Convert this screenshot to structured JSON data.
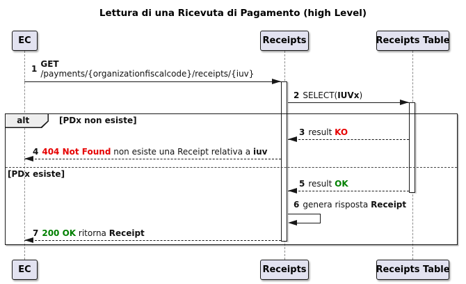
{
  "title": "Lettura di una Ricevuta di Pagamento (high Level)",
  "participants": [
    {
      "name": "EC"
    },
    {
      "name": "Receipts"
    },
    {
      "name": "Receipts Table"
    }
  ],
  "alt_frame": {
    "operator": "alt",
    "guards": [
      "[PDx non esiste]",
      "[PDx esiste]"
    ]
  },
  "messages": [
    {
      "num": "1",
      "from": "EC",
      "to": "Receipts",
      "style": "solid",
      "parts": [
        {
          "t": "GET",
          "b": true,
          "nl": true
        },
        {
          "t": "/payments/{organizationfiscalcode}/receipts/{iuv}"
        }
      ]
    },
    {
      "num": "2",
      "from": "Receipts",
      "to": "Receipts Table",
      "style": "solid",
      "parts": [
        {
          "t": "SELECT("
        },
        {
          "t": "IUVx",
          "b": true
        },
        {
          "t": ")"
        }
      ]
    },
    {
      "num": "3",
      "from": "Receipts Table",
      "to": "Receipts",
      "style": "dashed",
      "parts": [
        {
          "t": "result "
        },
        {
          "t": "KO",
          "b": true,
          "c": "red"
        }
      ]
    },
    {
      "num": "4",
      "from": "Receipts",
      "to": "EC",
      "style": "dashed",
      "parts": [
        {
          "t": "404 Not Found",
          "b": true,
          "c": "red"
        },
        {
          "t": " non esiste una Receipt relativa a "
        },
        {
          "t": "iuv",
          "b": true
        }
      ]
    },
    {
      "num": "5",
      "from": "Receipts Table",
      "to": "Receipts",
      "style": "dashed",
      "parts": [
        {
          "t": "result "
        },
        {
          "t": "OK",
          "b": true,
          "c": "green"
        }
      ]
    },
    {
      "num": "6",
      "from": "Receipts",
      "to": "Receipts",
      "style": "self",
      "parts": [
        {
          "t": "genera risposta "
        },
        {
          "t": "Receipt",
          "b": true
        }
      ]
    },
    {
      "num": "7",
      "from": "Receipts",
      "to": "EC",
      "style": "dashed",
      "parts": [
        {
          "t": "200 OK",
          "b": true,
          "c": "green"
        },
        {
          "t": " ritorna "
        },
        {
          "t": "Receipt",
          "b": true
        }
      ]
    }
  ],
  "colors": {
    "red": "#E60000",
    "green": "#008000",
    "participant_fill": "#E2E2F0",
    "participant_border": "#181818",
    "arrow": "#181818",
    "pentagon_fill": "#EEEEEE"
  }
}
